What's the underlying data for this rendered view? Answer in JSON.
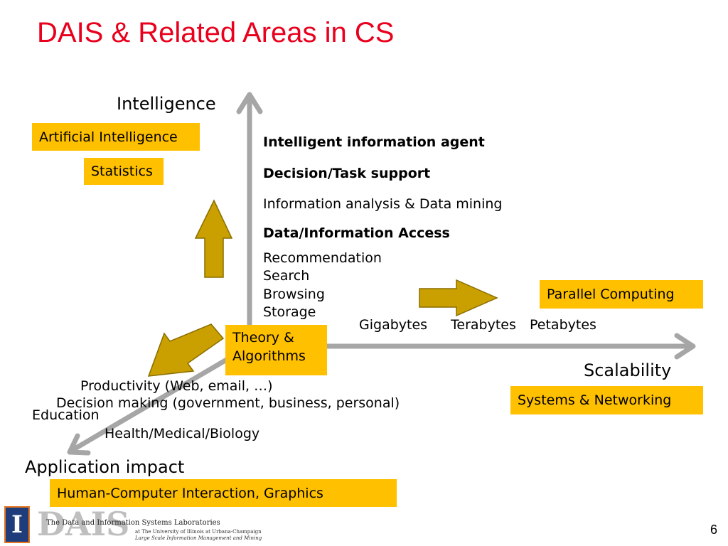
{
  "slide": {
    "title": "DAIS & Related Areas in CS",
    "page_number": "6"
  },
  "axes": {
    "vertical": "Intelligence",
    "horizontal": "Scalability",
    "diagonal": "Application impact"
  },
  "boxes": {
    "ai": "Artificial Intelligence",
    "statistics": "Statistics",
    "parallel": "Parallel Computing",
    "systems": "Systems & Networking",
    "hci": "Human-Computer Interaction, Graphics",
    "theory_line1": "Theory &",
    "theory_line2": "Algorithms"
  },
  "intelligence_items": {
    "agent": "Intelligent information agent",
    "decision_task": "Decision/Task support",
    "analysis": "Information analysis & Data mining",
    "access": "Data/Information Access",
    "recommendation": "Recommendation",
    "search": "Search",
    "browsing": "Browsing",
    "storage": "Storage"
  },
  "scale_items": {
    "giga": "Gigabytes",
    "tera": "Terabytes",
    "peta": "Petabytes"
  },
  "application_items": {
    "productivity": "Productivity  (Web, email, …)",
    "decision": "Decision making (government, business, personal)",
    "education": "Education",
    "health": "Health/Medical/Biology"
  },
  "footer": {
    "logo_letter": "I",
    "logo_word": "DAIS",
    "lab_name": "The Data and Information Systems Laboratories",
    "university": "at The University of Illinois at Urbana-Champaign",
    "tagline": "Large Scale Information Management and Mining"
  },
  "colors": {
    "title": "#e8001c",
    "box": "#ffc000",
    "block_arrow_fill": "#c9a000",
    "block_arrow_stroke": "#8a6d00",
    "axis": "#a6a6a6",
    "logo_blue": "#1f3d7a",
    "logo_orange": "#e87722"
  }
}
